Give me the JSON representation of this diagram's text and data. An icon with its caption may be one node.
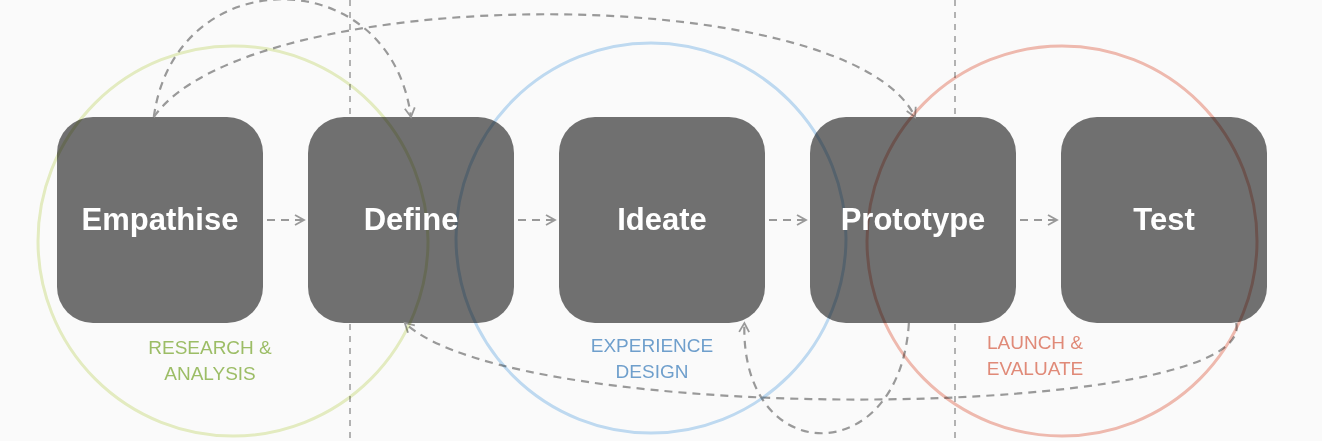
{
  "diagram": {
    "nodes": [
      {
        "text": [
          "Empathise"
        ]
      },
      {
        "text": [
          "Define"
        ]
      },
      {
        "text": [
          "Ideate"
        ]
      },
      {
        "text": [
          "Prototype"
        ]
      },
      {
        "text": [
          "Test"
        ]
      }
    ],
    "edges": [
      {
        "from": 0,
        "to": 1,
        "arrow": "to"
      },
      {
        "from": 1,
        "to": 2,
        "arrow": "to"
      },
      {
        "from": 2,
        "to": 3,
        "arrow": "to"
      },
      {
        "from": 3,
        "to": 4,
        "arrow": "to"
      },
      {
        "from": 0,
        "to": 1,
        "arrow": "to"
      },
      {
        "from": 0,
        "to": 3,
        "arrow": "to"
      },
      {
        "from": 4,
        "to": 1,
        "arrow": "to"
      },
      {
        "from": 3,
        "to": 2,
        "arrow": "to"
      }
    ],
    "labels": [
      "RESEARCH & ANALYSIS",
      "EXPERIENCE DESIGN",
      "LAUNCH & EVALUATE"
    ]
  }
}
